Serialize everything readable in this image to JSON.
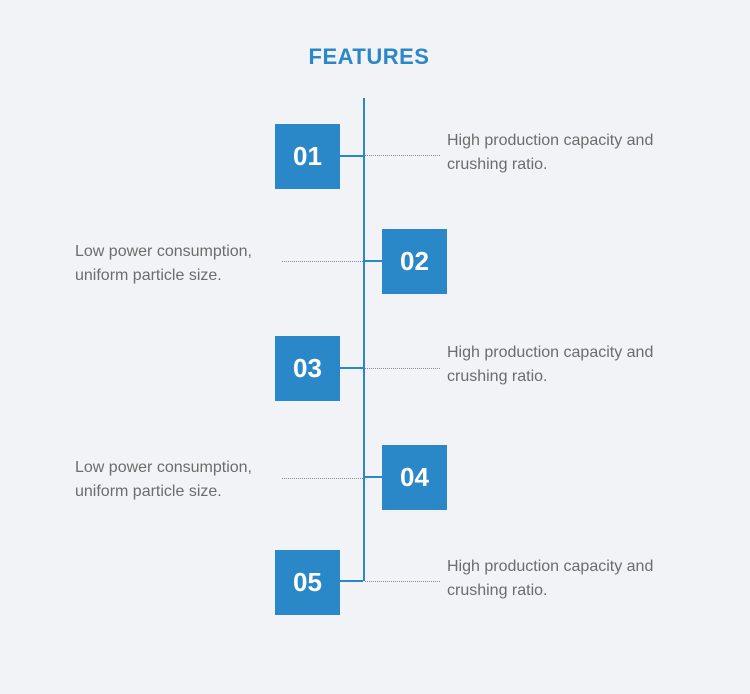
{
  "title": "FEATURES",
  "accent_color": "#2b88c8",
  "items": [
    {
      "number": "01",
      "side": "right",
      "lines": [
        "High production capacity and",
        "crushing ratio."
      ]
    },
    {
      "number": "02",
      "side": "left",
      "lines": [
        "Low power consumption,",
        "uniform particle size."
      ]
    },
    {
      "number": "03",
      "side": "right",
      "lines": [
        "High production capacity and",
        "crushing ratio."
      ]
    },
    {
      "number": "04",
      "side": "left",
      "lines": [
        "Low power consumption,",
        "uniform particle size."
      ]
    },
    {
      "number": "05",
      "side": "right",
      "lines": [
        "High production capacity and",
        "crushing ratio."
      ]
    }
  ]
}
